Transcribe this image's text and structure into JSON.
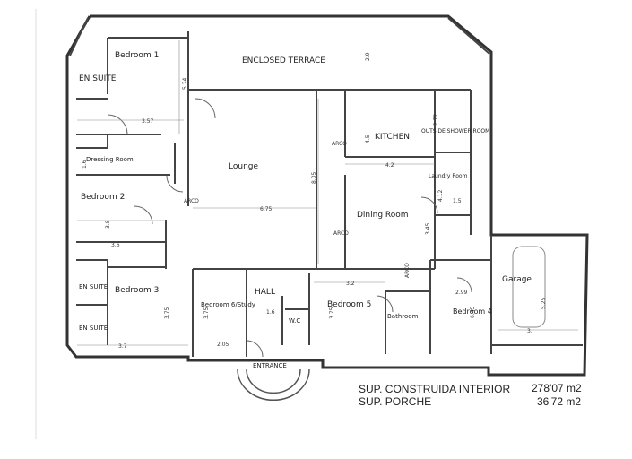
{
  "rooms": {
    "bedroom1": "Bedroom 1",
    "en_suite_top": "EN SUITE",
    "enclosed_terrace": "ENCLOSED TERRACE",
    "lounge": "Lounge",
    "kitchen": "KITCHEN",
    "outside_shower_room": "OUTSIDE SHOWER ROOM",
    "dressing_room": "Dressing Room",
    "laundry_room": "Laundry Room",
    "bedroom2": "Bedroom 2",
    "dining_room": "Dining Room",
    "en_suite_mid": "EN SUITE",
    "bedroom3": "Bedroom 3",
    "en_suite_bottom": "EN SUITE",
    "bedroom6": "Bedroom 6/Study",
    "hall": "HALL",
    "wc": "W.C",
    "bedroom5": "Bedroom 5",
    "bathroom": "Bathroom",
    "bedroom4": "Bedroom 4",
    "garage": "Garage",
    "entrance": "ENTRANCE"
  },
  "labels": {
    "arco": "ARCO"
  },
  "dimensions": {
    "bed1_w": "3.57",
    "bed1_h": "5.24",
    "terrace_h": "2.9",
    "kitchen_h": "4.5",
    "kitchen_w": "4.2",
    "shower_h": "2.72",
    "lounge_h": "8.05",
    "lounge_w": "6.75",
    "dressing_h": "1.6",
    "bed2_h": "3.8",
    "bed2_w": "3.6",
    "laundry_h": "4.12",
    "laundry_w": "1.5",
    "dining_h": "3.45",
    "bed3_h": "3.75",
    "bed3_w": "3.7",
    "bed6_h": "3.75",
    "bed6_w": "2.05",
    "hall_w": "1.6",
    "bed5_h": "3.75",
    "bed5_w": "3.2",
    "bed4_w": "2.99",
    "bed4_h": "6.45",
    "garage_h": "5.25",
    "garage_w": "3."
  },
  "summary": {
    "interior_label": "SUP. CONSTRUIDA INTERIOR",
    "interior_value": "278'07 m2",
    "porch_label": "SUP. PORCHE",
    "porch_value": "36'72 m2"
  }
}
